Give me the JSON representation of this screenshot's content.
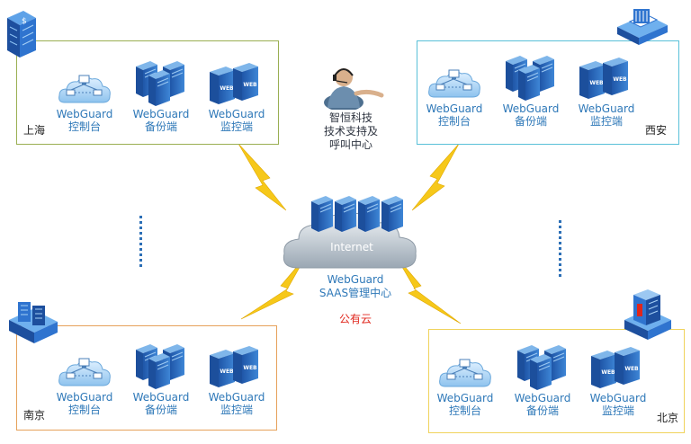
{
  "sites": {
    "shanghai": {
      "city": "上海",
      "console": [
        "WebGuard",
        "控制台"
      ],
      "backup": [
        "WebGuard",
        "备份端"
      ],
      "monitor": [
        "WebGuard",
        "监控端"
      ]
    },
    "xian": {
      "city": "西安",
      "console": [
        "WebGuard",
        "控制台"
      ],
      "backup": [
        "WebGuard",
        "备份端"
      ],
      "monitor": [
        "WebGuard",
        "监控端"
      ]
    },
    "nanjing": {
      "city": "南京",
      "console": [
        "WebGuard",
        "控制台"
      ],
      "backup": [
        "WebGuard",
        "备份端"
      ],
      "monitor": [
        "WebGuard",
        "监控端"
      ]
    },
    "beijing": {
      "city": "北京",
      "console": [
        "WebGuard",
        "控制台"
      ],
      "backup": [
        "WebGuard",
        "备份端"
      ],
      "monitor": [
        "WebGuard",
        "监控端"
      ]
    }
  },
  "support": {
    "lines": [
      "智恒科技",
      "技术支持及",
      "呼叫中心"
    ]
  },
  "center": {
    "internet": "Internet",
    "name": "WebGuard",
    "sub": "SAAS管理中心",
    "cloud_type": "公有云"
  },
  "icons": {
    "web_label": "WEB"
  },
  "colors": {
    "shanghai_border": "#9aaf52",
    "xian_border": "#59c0d8",
    "nanjing_border": "#e6a15a",
    "beijing_border": "#f0d35c",
    "accent_red": "#e0261c",
    "text_blue": "#2e78b8",
    "lightning": "#f6c81a"
  }
}
